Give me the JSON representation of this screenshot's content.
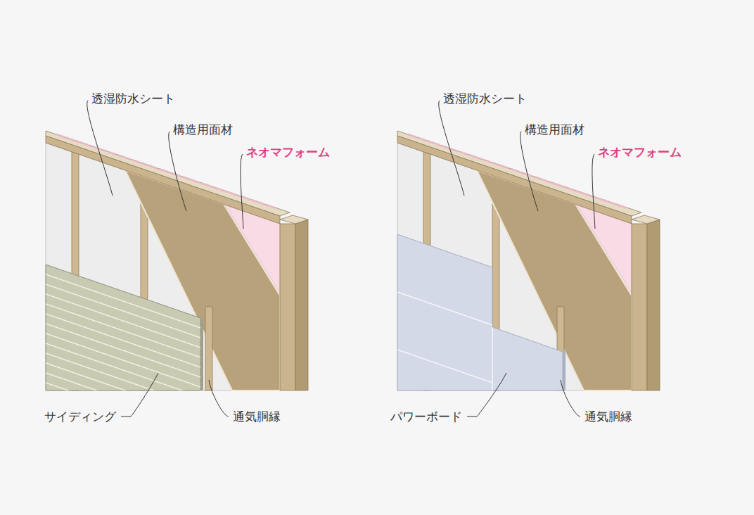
{
  "diagram": {
    "labels": [
      "透湿防水シート",
      "構造用面材",
      "ネオマフォーム",
      "サイディング",
      "通気胴縁",
      "透湿防水シート",
      "構造用面材",
      "ネオマフォーム",
      "パワーボード",
      "通気胴縁"
    ]
  }
}
